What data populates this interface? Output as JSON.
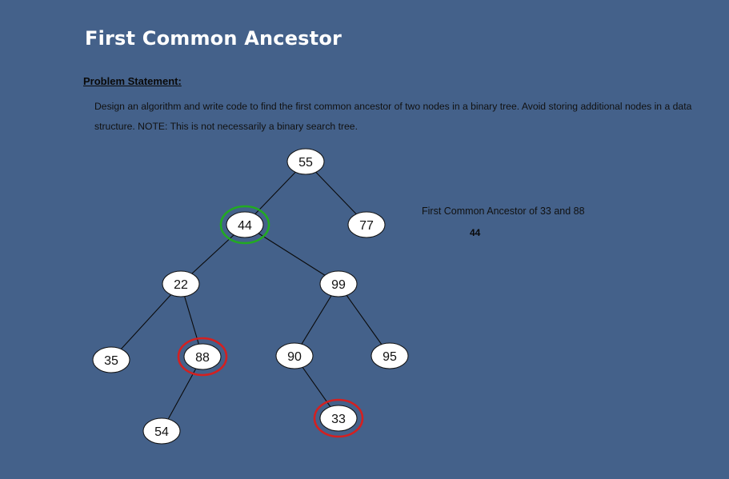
{
  "page": {
    "title": "First Common Ancestor",
    "problem_label": "Problem Statement:",
    "problem_text": "Design an algorithm and write code to find the first common ancestor of two nodes in a binary tree. Avoid storing additional nodes in a data structure. NOTE: This is not necessarily a binary search tree."
  },
  "answer": {
    "caption": "First Common Ancestor of 33 and 88",
    "value": "44"
  },
  "colors": {
    "background": "#44618a",
    "ancestor_highlight": "#22aa22",
    "target_highlight": "#d42020"
  },
  "tree": {
    "nodes": [
      {
        "id": "n55",
        "label": "55",
        "highlight": null
      },
      {
        "id": "n44",
        "label": "44",
        "highlight": "ancestor"
      },
      {
        "id": "n77",
        "label": "77",
        "highlight": null
      },
      {
        "id": "n22",
        "label": "22",
        "highlight": null
      },
      {
        "id": "n99",
        "label": "99",
        "highlight": null
      },
      {
        "id": "n35",
        "label": "35",
        "highlight": null
      },
      {
        "id": "n88",
        "label": "88",
        "highlight": "target"
      },
      {
        "id": "n90",
        "label": "90",
        "highlight": null
      },
      {
        "id": "n95",
        "label": "95",
        "highlight": null
      },
      {
        "id": "n54",
        "label": "54",
        "highlight": null
      },
      {
        "id": "n33",
        "label": "33",
        "highlight": "target"
      }
    ],
    "edges": [
      {
        "from": "n55",
        "to": "n44"
      },
      {
        "from": "n55",
        "to": "n77"
      },
      {
        "from": "n44",
        "to": "n22"
      },
      {
        "from": "n44",
        "to": "n99"
      },
      {
        "from": "n22",
        "to": "n35"
      },
      {
        "from": "n22",
        "to": "n88"
      },
      {
        "from": "n88",
        "to": "n54"
      },
      {
        "from": "n99",
        "to": "n90"
      },
      {
        "from": "n99",
        "to": "n95"
      },
      {
        "from": "n90",
        "to": "n33"
      }
    ]
  }
}
